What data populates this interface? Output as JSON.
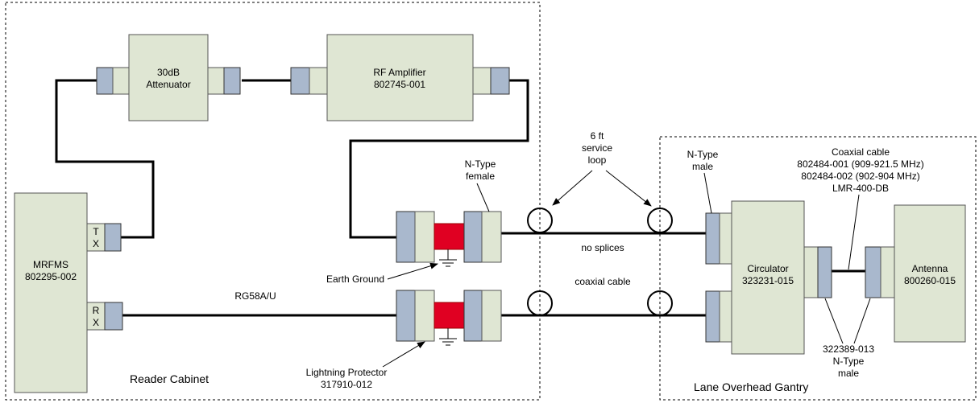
{
  "regions": {
    "reader_cabinet": "Reader Cabinet",
    "lane_overhead_gantry": "Lane Overhead Gantry"
  },
  "components": {
    "attenuator": [
      "30dB",
      "Attenuator"
    ],
    "rf_amplifier": [
      "RF Amplifier",
      "802745-001"
    ],
    "mrfms": [
      "MRFMS",
      "802295-002"
    ],
    "circulator": [
      "Circulator",
      "323231-015"
    ],
    "antenna": [
      "Antenna",
      "800260-015"
    ]
  },
  "ports": {
    "tx": [
      "T",
      "X"
    ],
    "rx": [
      "R",
      "X"
    ]
  },
  "labels": {
    "n_type_female": [
      "N-Type",
      "female"
    ],
    "service_loop": [
      "6 ft",
      "service",
      "loop"
    ],
    "n_type_male_top": [
      "N-Type",
      "male"
    ],
    "coax_spec": [
      "Coaxial cable",
      "802484-001 (909-921.5 MHz)",
      "802484-002 (902-904 MHz)",
      "LMR-400-DB"
    ],
    "no_splices": "no splices",
    "earth_ground": "Earth Ground",
    "rg58": "RG58A/U",
    "coaxial_cable": "coaxial cable",
    "lightning_protector": [
      "Lightning Protector",
      "317910-012"
    ],
    "n_type_male_bottom": [
      "322389-013",
      "N-Type",
      "male"
    ]
  },
  "colors": {
    "box_fill": "#dfe6d3",
    "connector_fill": "#a9b8cd",
    "protector_red": "#e00022"
  }
}
